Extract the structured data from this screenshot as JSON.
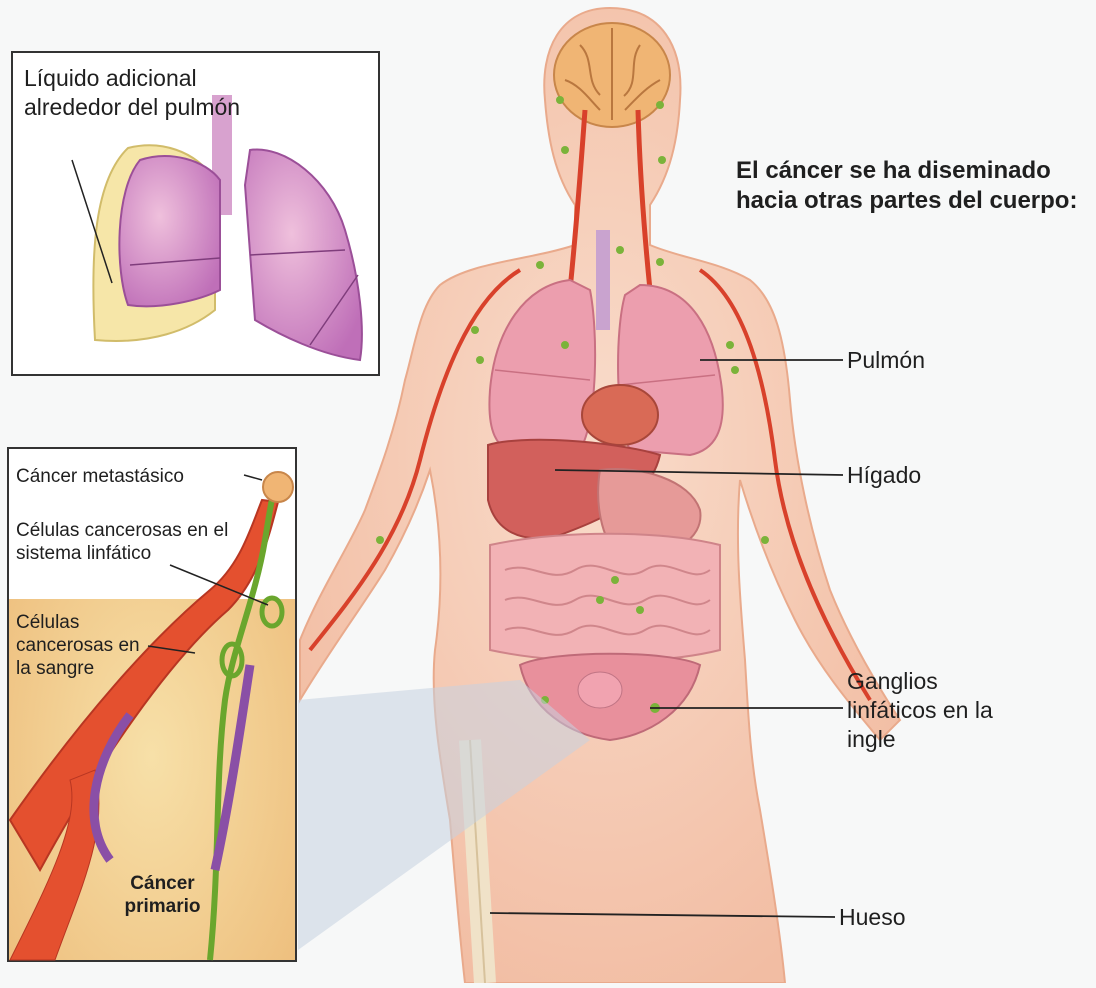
{
  "diagram": {
    "heading": "El cáncer se ha diseminado hacia otras partes del cuerpo:",
    "labels": {
      "lung": "Pulmón",
      "liver": "Hígado",
      "groin_nodes": "Ganglios linfáticos en la ingle",
      "bone": "Hueso"
    },
    "lung_inset": {
      "label": "Líquido adicional alrededor del pulmón"
    },
    "spread_inset": {
      "metastatic": "Cáncer metastásico",
      "lymph_cells": "Células cancerosas en el sistema linfático",
      "blood_cells": "Células cancerosas en la sangre",
      "primary": "Cáncer primario"
    }
  },
  "colors": {
    "background": "#f7f8f8",
    "skin": "#f8d2bd",
    "organ_pink": "#e8909c",
    "liver": "#d2605c",
    "vessel_red": "#d8412b",
    "lymph_green": "#7bb33a",
    "lung_purple": "#c27ac6",
    "fluid_yellow": "#f6e6a8",
    "inset_border": "#333333",
    "callout": "#c7d2e0"
  }
}
